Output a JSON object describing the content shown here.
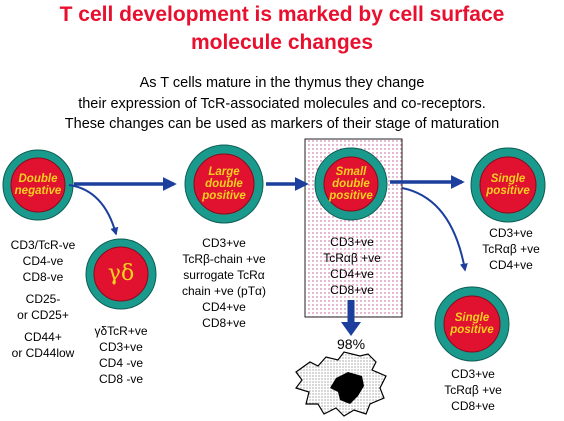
{
  "title": {
    "line1": "T cell development is marked by cell surface",
    "line2": "molecule changes"
  },
  "intro": {
    "line1": "As T cells mature in the thymus they change",
    "line2": "their expression of TcR-associated molecules and co-receptors.",
    "line3": "These changes can be used as markers of their stage of maturation"
  },
  "cells": {
    "double_negative": {
      "line1": "Double",
      "line2": "negative"
    },
    "gamma_delta": {
      "name": "γδ"
    },
    "large_double_positive": {
      "line1": "Large",
      "line2": "double",
      "line3": "positive"
    },
    "small_double_positive": {
      "line1": "Small",
      "line2": "double",
      "line3": "positive"
    },
    "single_positive_cd4": {
      "line1": "Single",
      "line2": "positive"
    },
    "single_positive_cd8": {
      "line1": "Single",
      "line2": "positive"
    }
  },
  "markers": {
    "double_negative": [
      "CD3/TcR-ve",
      "CD4-ve",
      "CD8-ve",
      "CD25-",
      "or CD25+",
      "CD44+",
      "or CD44low"
    ],
    "gamma_delta": [
      "γδTcR+ve",
      "CD3+ve",
      "CD4 -ve",
      "CD8 -ve"
    ],
    "large_double_positive": [
      "CD3+ve",
      "TcRβ-chain +ve",
      "surrogate TcRα",
      "chain +ve (pTα)",
      "CD4+ve",
      "CD8+ve"
    ],
    "small_double_positive": [
      "CD3+ve",
      "TcRαβ +ve",
      "CD4+ve",
      "CD8+ve"
    ],
    "single_positive_cd4": [
      "CD3+ve",
      "TcRαβ +ve",
      "CD4+ve"
    ],
    "single_positive_cd8": [
      "CD3+ve",
      "TcRαβ +ve",
      "CD8+ve"
    ]
  },
  "death": {
    "percent": "98%"
  },
  "colors": {
    "title": "#e8102e",
    "cell_ring": "#1a9a8c",
    "cell_core": "#e01230",
    "cell_text": "#f5d020",
    "arrow": "#1c3f9e",
    "highlight_border": "#222222",
    "highlight_dots": "#c0508c"
  }
}
